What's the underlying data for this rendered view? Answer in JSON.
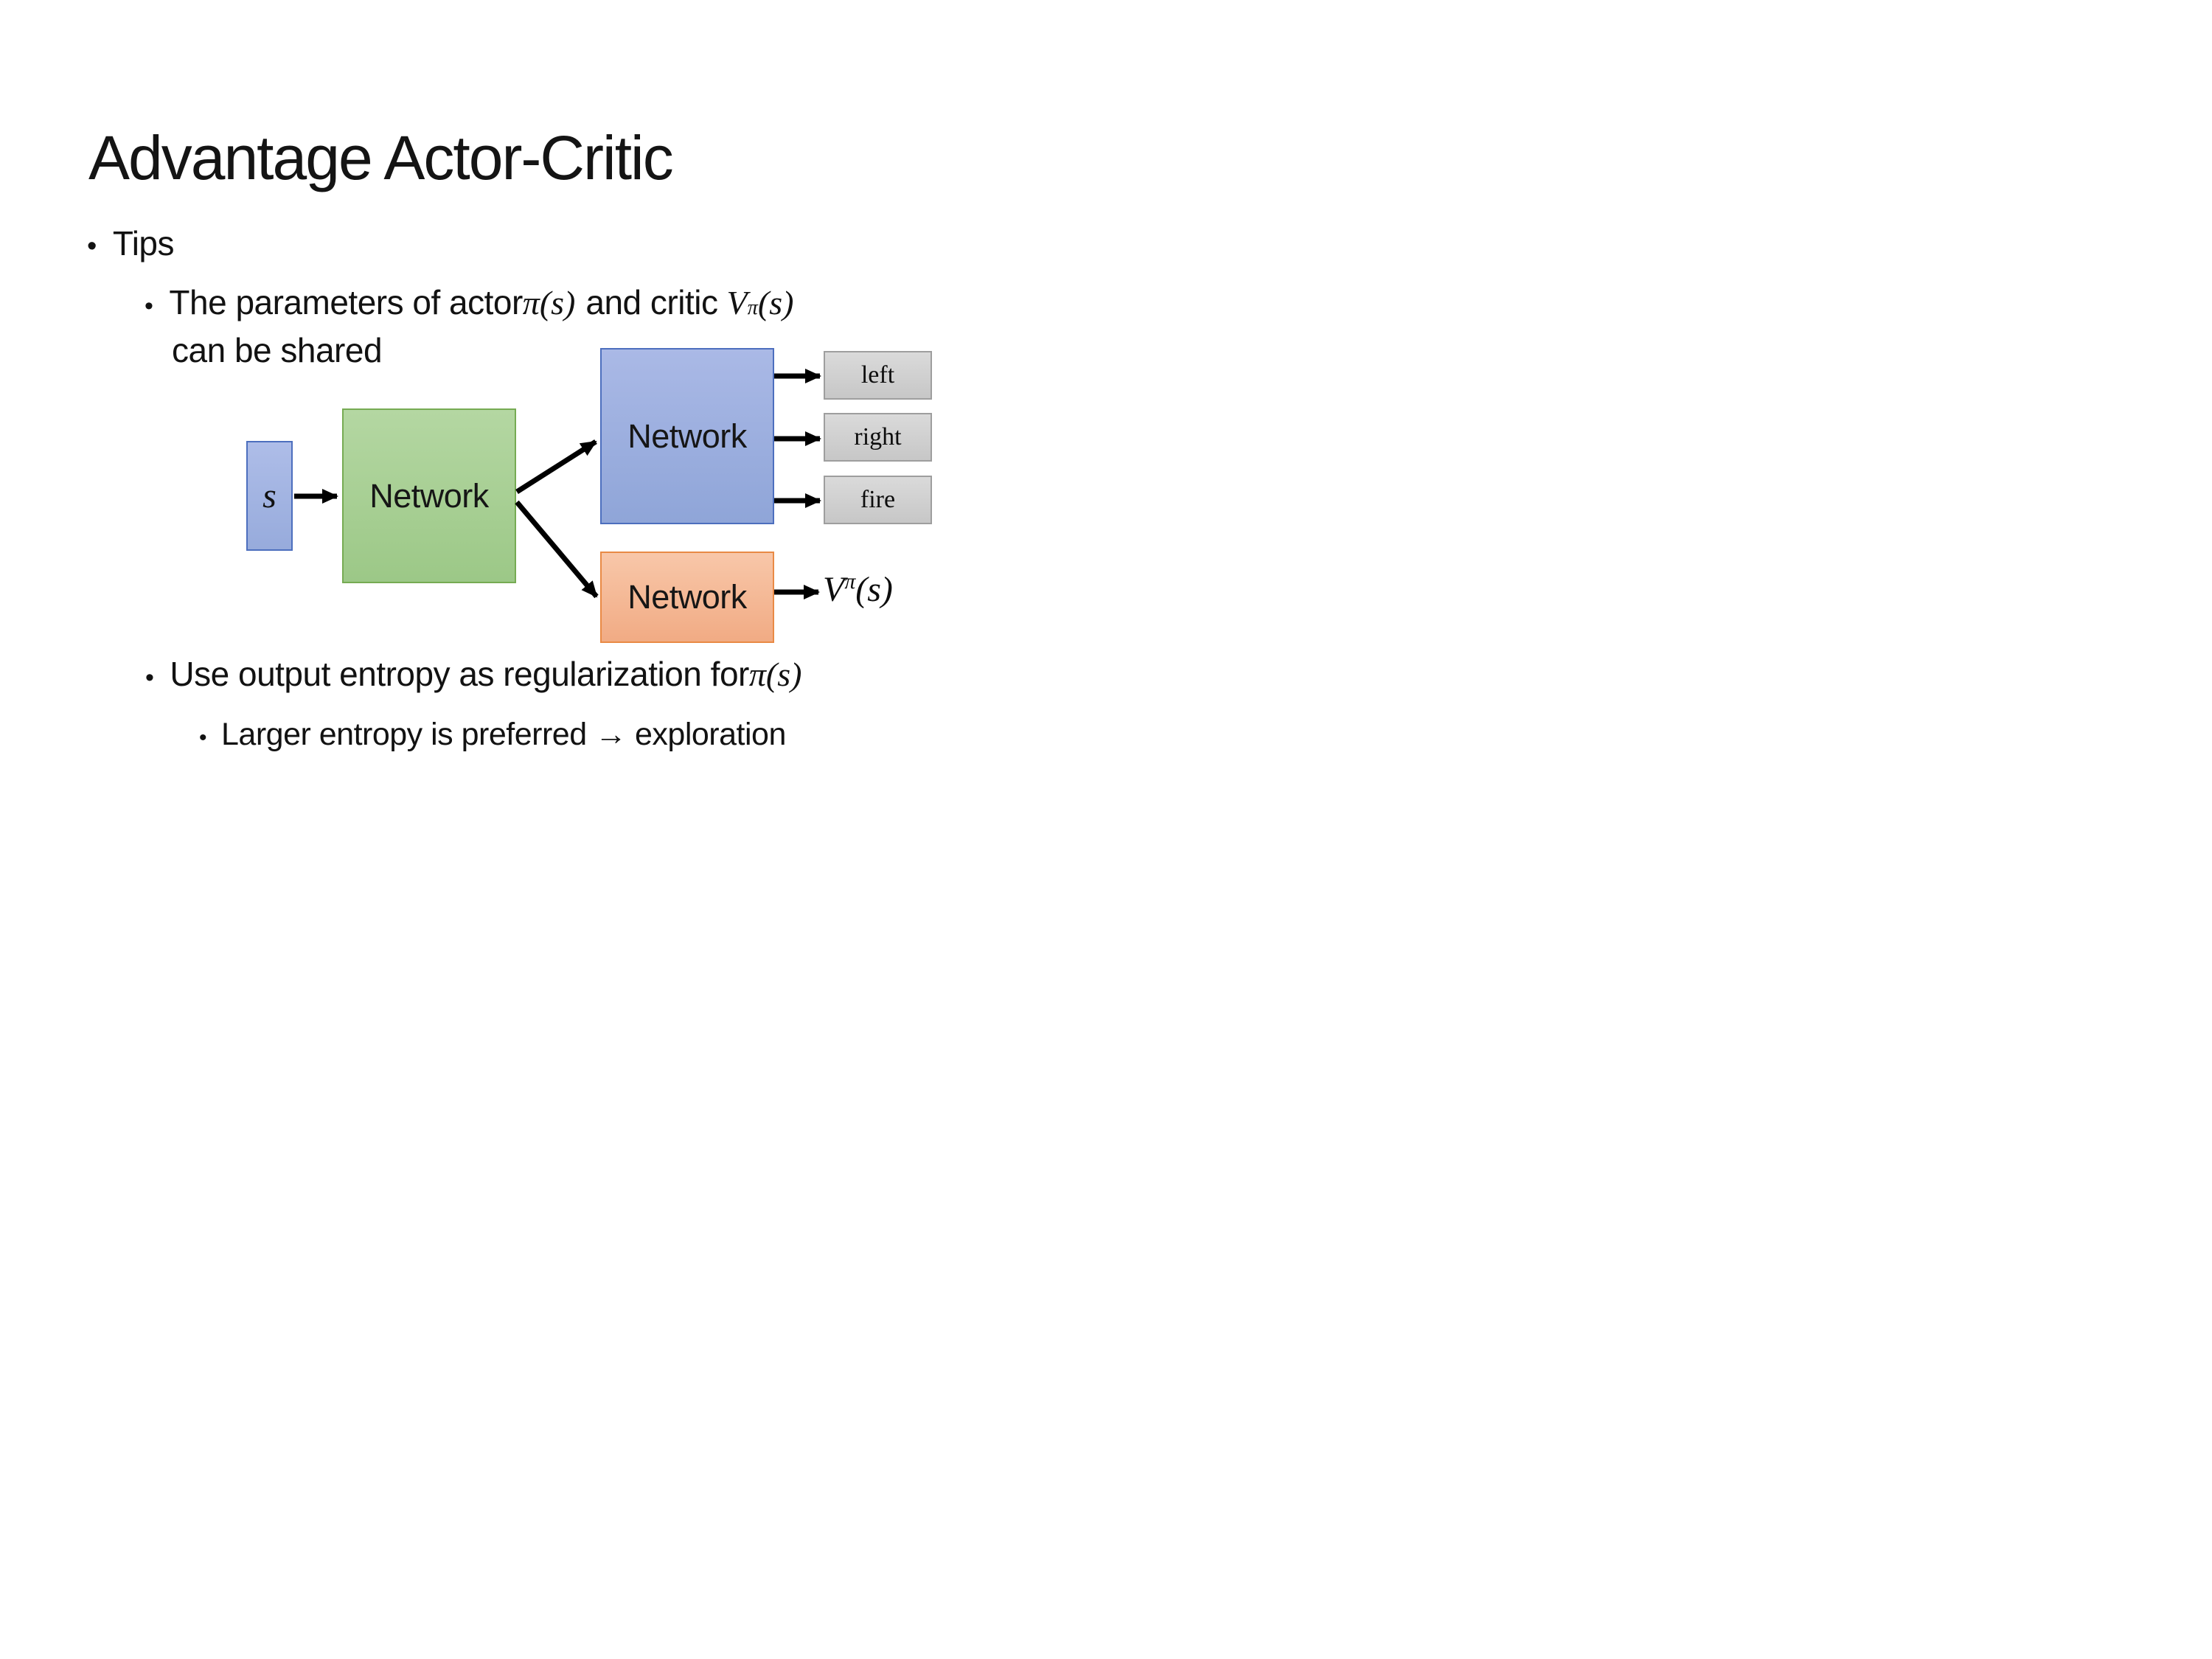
{
  "bullet_char": "•",
  "title": "Advantage Actor-Critic",
  "bullets": {
    "tips": "Tips",
    "b1": {
      "t1": "The parameters of actor ",
      "m1": "π(s)",
      "t2": "and critic",
      "v": "V",
      "v_sup": "π",
      "v_arg": "(s)",
      "line2": "can be shared"
    },
    "b2": {
      "t1": "Use output entropy as regularization for ",
      "m1": "π(s)"
    },
    "b3": "Larger entropy is preferred → exploration"
  },
  "diagram": {
    "state_label": "s",
    "shared_network_label": "Network",
    "actor_network_label": "Network",
    "critic_network_label": "Network",
    "actions": [
      "left",
      "right",
      "fire"
    ],
    "value_output": {
      "v": "V",
      "sup": "π",
      "arg": "(s)"
    },
    "colors": {
      "state_fill": "#a7b7e3",
      "state_border": "#4d6fbe",
      "shared_fill": "#a8cf94",
      "shared_border": "#76ab53",
      "actor_fill": "#9fb3e0",
      "actor_border": "#4d6fbe",
      "critic_fill": "#f5b896",
      "critic_border": "#e98a45",
      "action_fill": "#d2d2d2",
      "action_border": "#9e9e9e",
      "arrow_color": "#000000",
      "text_color": "#121212",
      "background": "#ffffff"
    }
  }
}
